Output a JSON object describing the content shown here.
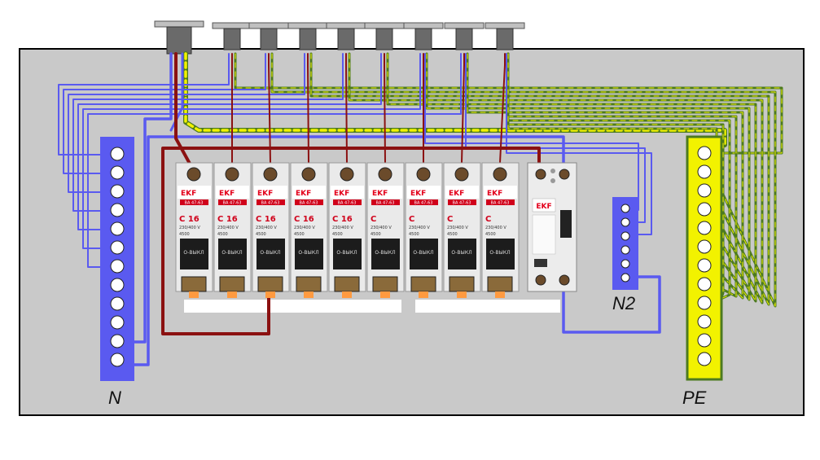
{
  "labels": {
    "neutral_bus": "N",
    "neutral_bus_2": "N2",
    "earth_bus": "PE"
  },
  "breaker_brand": "EKF",
  "breaker_series": "BA 47-63",
  "breaker_switch_text": "O-ВЫКЛ",
  "breakers": [
    {
      "rating": "C 16",
      "voltage": "230/400 V",
      "capacity": "4500"
    },
    {
      "rating": "C 16",
      "voltage": "230/400 V",
      "capacity": "4500"
    },
    {
      "rating": "C 16",
      "voltage": "230/400 V",
      "capacity": "4500"
    },
    {
      "rating": "C 16",
      "voltage": "230/400 V",
      "capacity": "4500"
    },
    {
      "rating": "C 16",
      "voltage": "230/400 V",
      "capacity": "4500"
    },
    {
      "rating": "C",
      "voltage": "230/400 V",
      "capacity": "4500"
    },
    {
      "rating": "C",
      "voltage": "230/400 V",
      "capacity": "4500"
    },
    {
      "rating": "C",
      "voltage": "230/400 V",
      "capacity": "4500"
    },
    {
      "rating": "C",
      "voltage": "230/400 V",
      "capacity": "4500"
    }
  ],
  "rcd_brand": "EKF",
  "colors": {
    "enclosure": "#c9c9c9",
    "neutral": "#5a5af0",
    "phase": "#8b1111",
    "earth_yellow": "#f2f200",
    "earth_green": "#4d7a1f",
    "rail": "#ffffff"
  }
}
